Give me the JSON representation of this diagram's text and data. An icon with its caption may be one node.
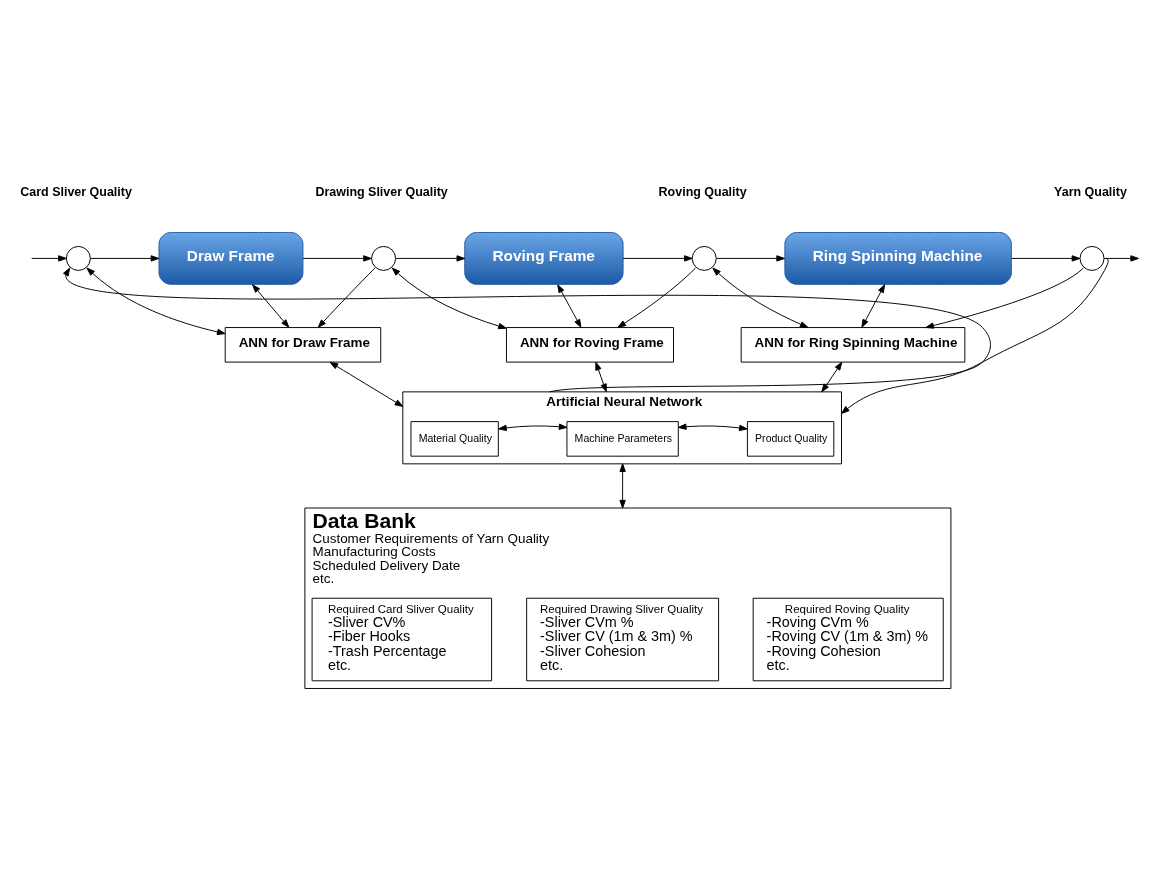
{
  "diagram": {
    "nodes": [
      {
        "text": [],
        "shape": "circle",
        "beside": [
          "Card Sliver Quality"
        ]
      },
      {
        "text": [
          "Draw Frame"
        ]
      },
      {
        "text": [],
        "shape": "circle",
        "beside": [
          "Drawing Sliver Quality"
        ]
      },
      {
        "text": [
          "Roving Frame"
        ]
      },
      {
        "text": [],
        "shape": "circle",
        "beside": [
          "Roving Quality"
        ]
      },
      {
        "text": [
          "Ring Spinning Machine"
        ]
      },
      {
        "text": [],
        "shape": "circle",
        "beside": [
          "Yarn Quality"
        ]
      },
      {
        "text": [
          "ANN for Draw Frame"
        ]
      },
      {
        "text": [
          "ANN for Roving Frame"
        ]
      },
      {
        "text": [
          "ANN for Ring Spinning Machine"
        ]
      },
      {
        "text": [
          "Artificial Neural Network"
        ]
      },
      {
        "text": [
          "Material Quality"
        ],
        "in": 10
      },
      {
        "text": [
          "Machine Parameters"
        ],
        "in": 10
      },
      {
        "text": [
          "Product Quality"
        ],
        "in": 10
      },
      {
        "text": [
          "Data Bank",
          "Customer Requirements of Yarn Quality",
          "Manufacturing Costs",
          "Scheduled Delivery Date",
          "etc."
        ]
      },
      {
        "text": [
          "Required Card Sliver Quality",
          "-Sliver CV%",
          "-Fiber Hooks",
          "-Trash Percentage",
          "etc."
        ],
        "in": 14
      },
      {
        "text": [
          "Required Drawing Sliver Quality",
          "-Sliver CVm %",
          "-Sliver CV (1m & 3m) %",
          "-Sliver Cohesion",
          "etc."
        ],
        "in": 14
      },
      {
        "text": [
          "Required Roving Quality",
          "-Roving CVm %",
          "-Roving CV (1m & 3m) %",
          "-Roving Cohesion",
          "etc."
        ],
        "in": 14
      }
    ],
    "edges": [
      {
        "from": null,
        "to": 0,
        "arrow": "to"
      },
      {
        "from": 0,
        "to": 1,
        "arrow": "to"
      },
      {
        "from": 1,
        "to": 2,
        "arrow": "to"
      },
      {
        "from": 2,
        "to": 3,
        "arrow": "to"
      },
      {
        "from": 3,
        "to": 4,
        "arrow": "to"
      },
      {
        "from": 4,
        "to": 5,
        "arrow": "to"
      },
      {
        "from": 5,
        "to": 6,
        "arrow": "to"
      },
      {
        "from": 6,
        "to": null,
        "arrow": "to"
      },
      {
        "from": 1,
        "to": 7,
        "arrow": "both"
      },
      {
        "from": 3,
        "to": 8,
        "arrow": "both"
      },
      {
        "from": 5,
        "to": 9,
        "arrow": "both"
      },
      {
        "from": 0,
        "to": 7,
        "arrow": "both"
      },
      {
        "from": 2,
        "to": 7,
        "arrow": "to"
      },
      {
        "from": 2,
        "to": 8,
        "arrow": "both"
      },
      {
        "from": 4,
        "to": 8,
        "arrow": "to"
      },
      {
        "from": 4,
        "to": 9,
        "arrow": "both"
      },
      {
        "from": 6,
        "to": 9,
        "arrow": "to"
      },
      {
        "from": 7,
        "to": 10,
        "arrow": "both"
      },
      {
        "from": 8,
        "to": 10,
        "arrow": "both"
      },
      {
        "from": 9,
        "to": 10,
        "arrow": "both"
      },
      {
        "from": 10,
        "to": 0,
        "arrow": "to"
      },
      {
        "from": 6,
        "to": 10,
        "arrow": "to"
      },
      {
        "from": 11,
        "to": 12,
        "arrow": "both"
      },
      {
        "from": 12,
        "to": 13,
        "arrow": "both"
      },
      {
        "from": 10,
        "to": 14,
        "arrow": "both"
      }
    ]
  }
}
